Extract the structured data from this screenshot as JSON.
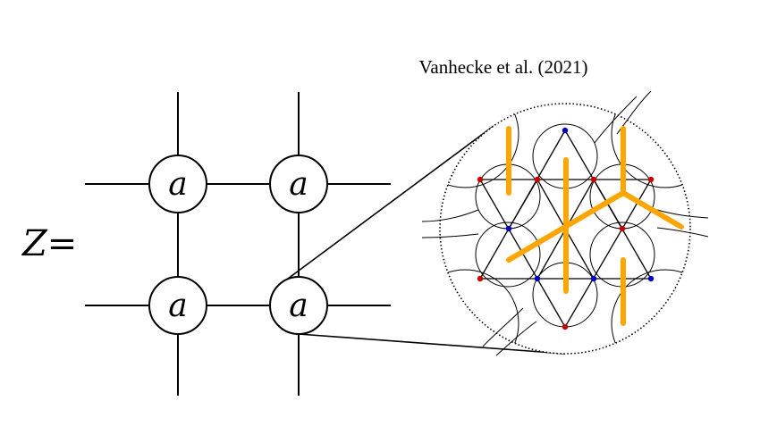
{
  "citation": "Vanhecke et al. (2021)",
  "lhs": "Z=",
  "tensors": [
    {
      "label": "a"
    },
    {
      "label": "a"
    },
    {
      "label": "a"
    },
    {
      "label": "a"
    }
  ],
  "colors": {
    "line": "#000000",
    "highlight": "#FFA500",
    "site_red": "#CC0000",
    "site_blue": "#0000CC"
  }
}
